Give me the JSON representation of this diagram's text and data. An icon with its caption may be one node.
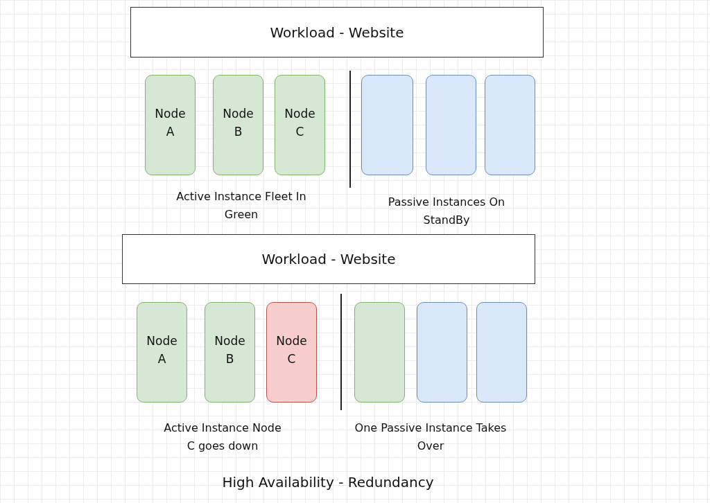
{
  "diagram": {
    "caption": "High Availability - Redundancy",
    "nodes": [
      {
        "text": [
          "Workload - Website"
        ]
      },
      {
        "text": [
          "Node A"
        ]
      },
      {
        "text": [
          "Node B"
        ]
      },
      {
        "text": [
          "Node C"
        ]
      },
      {
        "text": [],
        "shape": "box"
      },
      {
        "text": [],
        "shape": "box"
      },
      {
        "text": [],
        "shape": "box"
      },
      {
        "text": [
          "Workload - Website"
        ]
      },
      {
        "text": [
          "Node A"
        ]
      },
      {
        "text": [
          "Node B"
        ]
      },
      {
        "text": [
          "Node C"
        ]
      },
      {
        "text": [],
        "shape": "box"
      },
      {
        "text": [],
        "shape": "box"
      },
      {
        "text": [],
        "shape": "box"
      }
    ],
    "edges": [],
    "labels": [
      "Active Instance Fleet In Green",
      "Passive Instances On StandBy",
      "Active Instance Node C goes down",
      "One Passive Instance Takes Over"
    ]
  }
}
